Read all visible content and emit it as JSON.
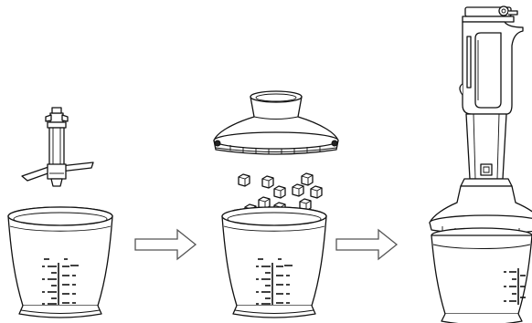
{
  "diagram": {
    "steps": [
      {
        "id": "step-1",
        "parts": [
          "chopper-blade",
          "chopper-bowl"
        ]
      },
      {
        "id": "step-2",
        "parts": [
          "gearbox-lid",
          "food-cubes",
          "chopper-bowl"
        ]
      },
      {
        "id": "step-3",
        "parts": [
          "motor-unit",
          "gearbox-lid",
          "chopper-bowl"
        ]
      }
    ],
    "arrows": [
      {
        "from": "step-1",
        "to": "step-2",
        "icon": "right-arrow-icon"
      },
      {
        "from": "step-2",
        "to": "step-3",
        "icon": "right-arrow-icon"
      }
    ],
    "colors": {
      "line": "#111111",
      "fill": "#ffffff",
      "arrow": "#555555"
    }
  }
}
